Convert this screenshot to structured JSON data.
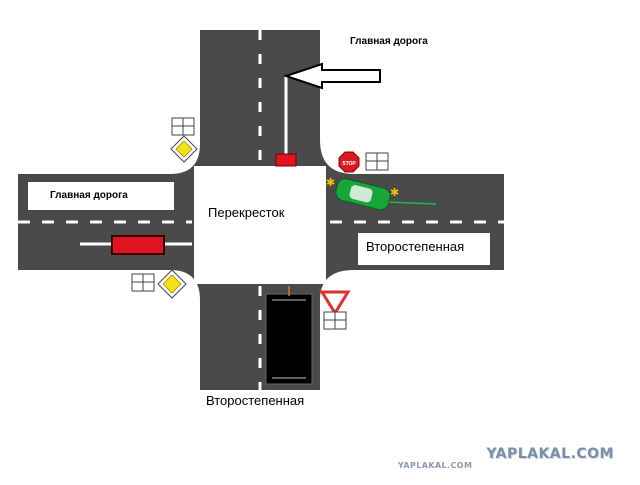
{
  "labels": {
    "main_road_top": "Главная дорога",
    "main_road_left": "Главная дорога",
    "intersection": "Перекресток",
    "secondary_right": "Второстепенная",
    "secondary_bottom": "Второстепенная"
  },
  "signs": {
    "stop_text": "STOP"
  },
  "watermark": {
    "big": "YAPLAKAL.COM",
    "small": "YAPLAKAL.COM"
  },
  "colors": {
    "asphalt": "#4a4a4a",
    "marking": "#ffffff",
    "red_car": "#e0141e",
    "green_car": "#18a53c",
    "stop_sign": "#d91c24",
    "priority_yellow": "#f5e11a",
    "yield_red": "#e03030"
  }
}
